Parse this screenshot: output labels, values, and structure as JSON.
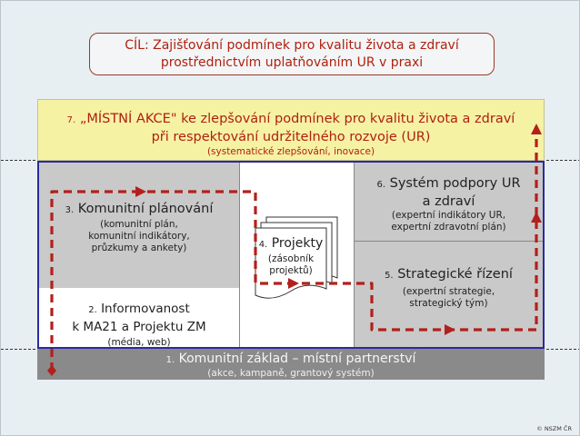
{
  "goal": {
    "line1": "CÍL: Zajišťování podmínek pro kvalitu života a zdraví",
    "line2": "prostřednictvím uplatňováním UR v praxi"
  },
  "box7": {
    "num": "7.",
    "line1": "„MÍSTNÍ AKCE\" ke zlepšování podmínek pro kvalitu života a zdraví",
    "line2": "při respektování udržitelného rozvoje (UR)",
    "sub": "(systematické zlepšování, inovace)"
  },
  "box3": {
    "num": "3.",
    "title": "Komunitní plánování",
    "sub1": "(komunitní plán,",
    "sub2": "komunitní indikátory,",
    "sub3": "průzkumy a ankety)"
  },
  "box2": {
    "num": "2.",
    "title1": "Informovanost",
    "title2": "k MA21 a Projektu ZM",
    "sub": "(média, web)"
  },
  "box4": {
    "num": "4.",
    "title": "Projekty",
    "sub1": "(zásobník",
    "sub2": "projektů)"
  },
  "box6": {
    "num": "6.",
    "title1": "Systém podpory UR",
    "title2": "a zdraví",
    "sub1": "(expertní indikátory UR,",
    "sub2": "expertní zdravotní plán)"
  },
  "box5": {
    "num": "5.",
    "title": "Strategické řízení",
    "sub1": "(expertní strategie,",
    "sub2": "strategický tým)"
  },
  "box1": {
    "num": "1.",
    "title": "Komunitní základ –  místní partnerství",
    "sub": "(akce, kampaně, grantový systém)"
  },
  "copyright": "© NSZM ČR",
  "colors": {
    "background": "#e8eff2",
    "accent_red": "#b02010",
    "arrow_red": "#b3201c",
    "frame_blue": "#2a2aa0",
    "action_yellow": "#f6f2a4",
    "panel_gray": "#c9c9c9",
    "base_gray": "#8a8a8a"
  }
}
